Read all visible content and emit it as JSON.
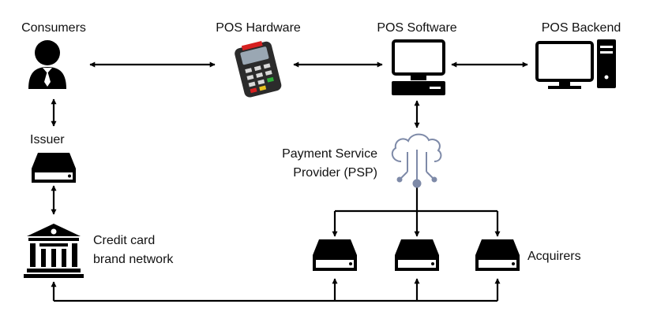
{
  "nodes": {
    "consumers": {
      "label": "Consumers",
      "icon": "person-icon"
    },
    "pos_hardware": {
      "label": "POS Hardware",
      "icon": "card-terminal-icon"
    },
    "pos_software": {
      "label": "POS Software",
      "icon": "desktop-computer-icon"
    },
    "pos_backend": {
      "label": "POS Backend",
      "icon": "desktop-tower-icon"
    },
    "issuer": {
      "label": "Issuer",
      "icon": "server-icon"
    },
    "psp": {
      "label_line1": "Payment Service",
      "label_line2": "Provider (PSP)",
      "icon": "cloud-network-icon"
    },
    "card_network": {
      "label_line1": "Credit card",
      "label_line2": "brand network",
      "icon": "bank-building-icon"
    },
    "acquirers": {
      "label": "Acquirers",
      "icon": "server-icon"
    }
  },
  "colors": {
    "line": "#000000",
    "terminal_body": "#2b2b2b",
    "terminal_accent": "#d62020",
    "psp_icon": "#7e8aa8"
  }
}
